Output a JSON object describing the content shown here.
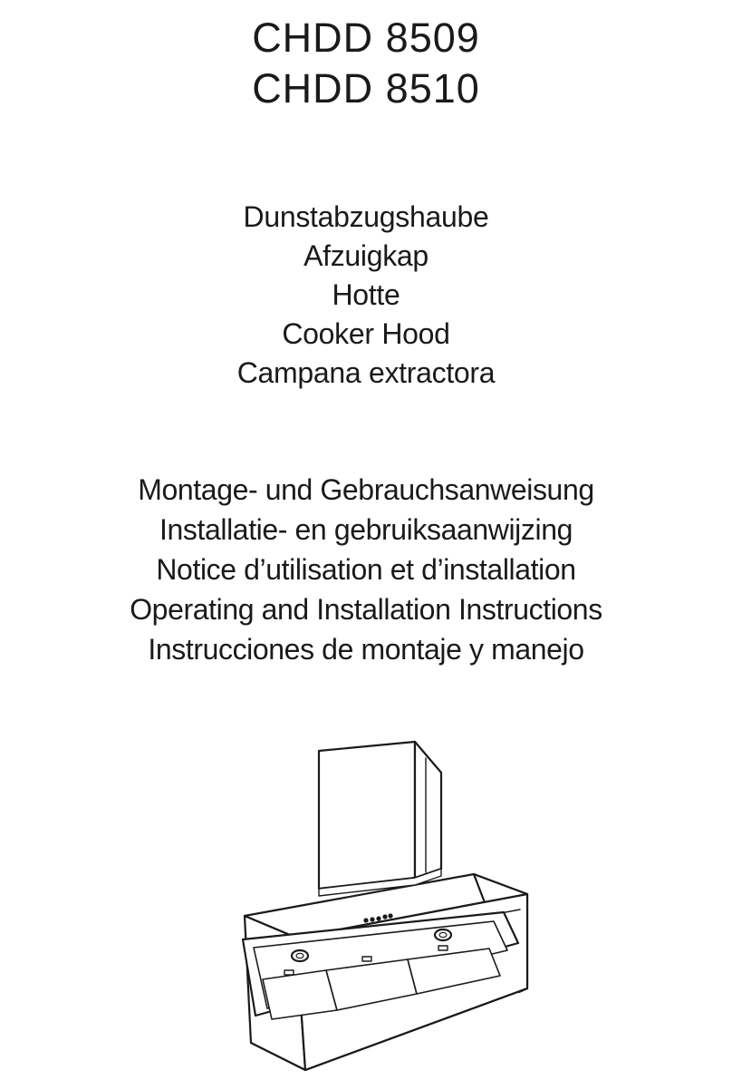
{
  "models": [
    "CHDD 8509",
    "CHDD 8510"
  ],
  "products": [
    "Dunstabzugshaube",
    "Afzuigkap",
    "Hotte",
    "Cooker Hood",
    "Campana extractora"
  ],
  "manuals": [
    "Montage- und Gebrauchsanweisung",
    "Installatie- en gebruiksaanwijzing",
    "Notice d’utilisation et d’installation",
    "Operating and Installation Instructions",
    "Instrucciones de montaje y manejo"
  ],
  "illustration": {
    "icon": "cooker-hood-drawing",
    "stroke_color": "#1a1a1a"
  }
}
